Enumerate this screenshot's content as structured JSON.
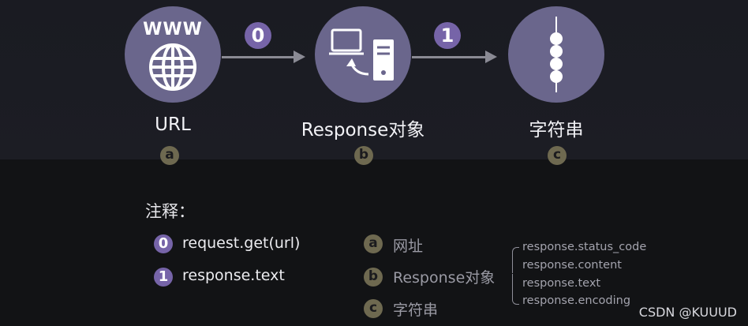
{
  "flow": {
    "nodes": [
      {
        "label": "URL",
        "badge": "a",
        "icon": "globe-www-icon",
        "icon_text": "WWW"
      },
      {
        "label": "Response对象",
        "badge": "b",
        "icon": "computer-server-icon"
      },
      {
        "label": "字符串",
        "badge": "c",
        "icon": "string-beads-icon"
      }
    ],
    "steps": [
      "0",
      "1"
    ]
  },
  "notes": {
    "title": "注释：",
    "operations": [
      {
        "badge": "0",
        "text": "request.get(url)"
      },
      {
        "badge": "1",
        "text": "response.text"
      }
    ],
    "legend": [
      {
        "badge": "a",
        "text": "网址"
      },
      {
        "badge": "b",
        "text": "Response对象"
      },
      {
        "badge": "c",
        "text": "字符串"
      }
    ],
    "response_attributes": [
      "response.status_code",
      "response.content",
      "response.text",
      "response.encoding"
    ]
  },
  "watermark": "CSDN @KUUUD",
  "colors": {
    "node_fill": "#6a668c",
    "step_badge": "#7664a8",
    "letter_badge": "#6e6950",
    "arrow": "#8a8a94"
  }
}
